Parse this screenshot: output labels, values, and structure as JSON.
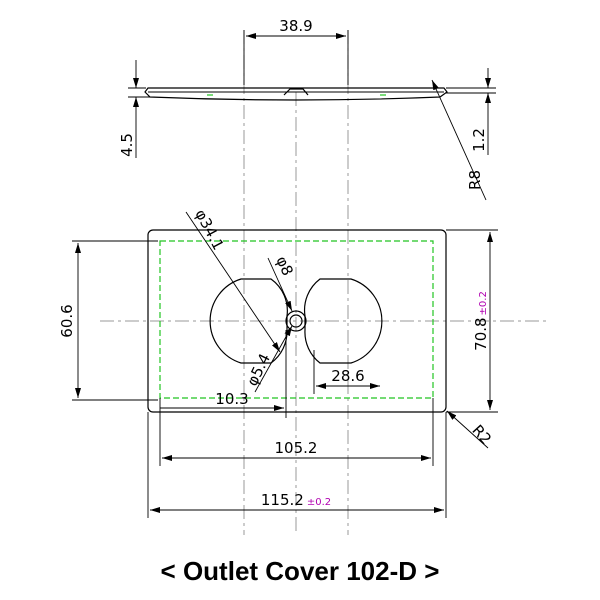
{
  "title": "< Outlet Cover 102-D >",
  "dimensions": {
    "top_width": "38.9",
    "thickness": "4.5",
    "edge_thickness": "1.2",
    "edge_radius": "R8",
    "opening_diameter": "φ34.1",
    "screw_hole": "φ8",
    "screw_head": "φ5.4",
    "opening_width": "28.6",
    "inner_height": "60.6",
    "outer_height": "70.8",
    "outer_height_tol": "±0.2",
    "offset": "10.3",
    "inner_width": "105.2",
    "outer_width": "115.2",
    "outer_width_tol": "±0.2",
    "corner_radius": "R2"
  },
  "colors": {
    "outline": "#000000",
    "inner_edge": "#22c422",
    "tolerance": "#b000b0",
    "centerline": "#9a9a9a"
  }
}
